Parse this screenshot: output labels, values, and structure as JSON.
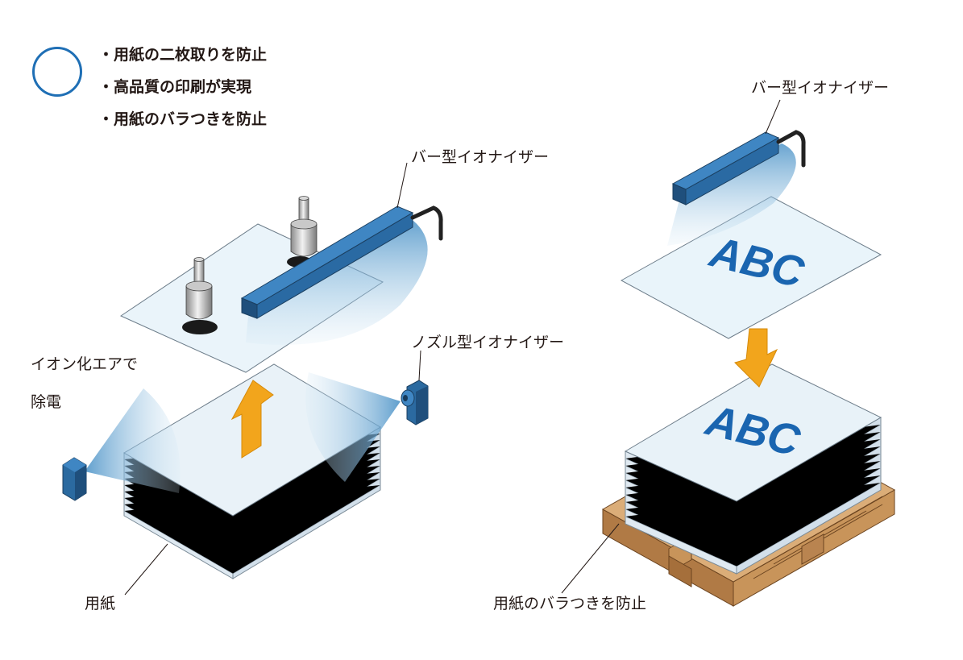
{
  "benefits": {
    "items": [
      "用紙の二枚取りを防止",
      "高品質の印刷が実現",
      "用紙のバラつきを防止"
    ]
  },
  "left_diagram": {
    "bar_ionizer_label": "バー型イオナイザー",
    "nozzle_ionizer_label": "ノズル型イオナイザー",
    "ionized_air_label_line1": "イオン化エアで",
    "ionized_air_label_line2": "除電",
    "paper_label": "用紙"
  },
  "right_diagram": {
    "bar_ionizer_label": "バー型イオナイザー",
    "print_text": "ABC",
    "stack_label": "用紙のバラつきを防止"
  },
  "colors": {
    "ionizer_blue": "#2a6aa3",
    "ion_cloud": "#9ccbe8",
    "arrow_orange": "#f2a51c",
    "print_blue": "#1a65b0",
    "pallet_wood": "#c8945a",
    "benefit_circle": "#1f6fb5"
  }
}
